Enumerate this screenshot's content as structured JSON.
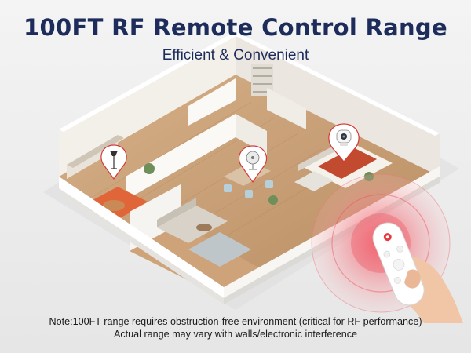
{
  "headline": "100FT RF Remote Control Range",
  "subheadline": "Efficient & Convenient",
  "note": {
    "line1": "Note:100FT range requires obstruction-free environment (critical for RF performance)",
    "line2": "Actual range may vary with walls/electronic interference"
  },
  "device_markers": [
    "floor-lamp-icon",
    "desk-fan-icon",
    "security-camera-icon"
  ],
  "colors": {
    "headline": "#1d2c5b",
    "signal": "#f05060",
    "remote": "#ffffff",
    "remote_accent": "#e8383d",
    "wall": "#f7f6f3",
    "floor": "#c8a27a",
    "rug": "#e0663a"
  }
}
